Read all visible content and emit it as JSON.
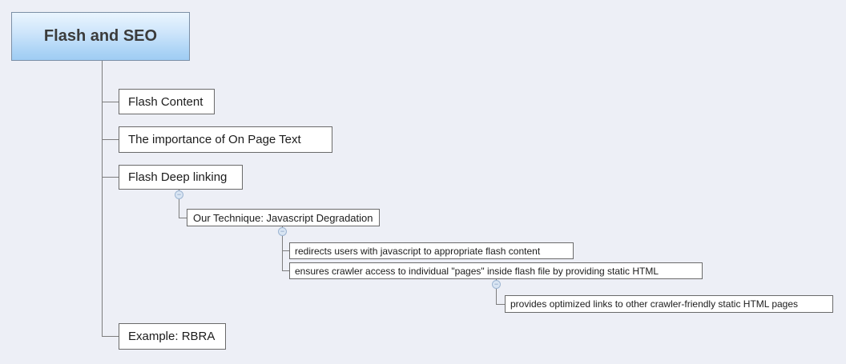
{
  "app": {
    "type": "mind-map",
    "title": "Flash and SEO"
  },
  "nodes": {
    "root": {
      "label": "Flash and SEO",
      "level": 0
    },
    "flash_content": {
      "label": "Flash Content",
      "level": 1
    },
    "on_page_text": {
      "label": "The importance of On Page Text",
      "level": 1
    },
    "deep_linking": {
      "label": "Flash Deep linking",
      "level": 1
    },
    "technique": {
      "label": "Our Technique: Javascript Degradation",
      "level": 2,
      "parent": "deep_linking"
    },
    "redirects": {
      "label": "redirects users with javascript to appropriate flash content",
      "level": 3,
      "parent": "technique"
    },
    "ensures": {
      "label": "ensures crawler access to individual \"pages\" inside flash file by providing static HTML",
      "level": 3,
      "parent": "technique"
    },
    "provides": {
      "label": "provides optimized links to other crawler-friendly static HTML pages",
      "level": 4,
      "parent": "ensures"
    },
    "example": {
      "label": "Example: RBRA",
      "level": 1
    }
  },
  "icons": {
    "collapse": "−"
  },
  "colors": {
    "background": "#edeff6",
    "root_gradient_top": "#eaf5fe",
    "root_gradient_bottom": "#9fccf3",
    "root_border": "#7b8fa6",
    "root_text": "#3b3b3b",
    "node_background": "#ffffff",
    "node_border": "#6a6a6a",
    "node_text": "#1c1c1c",
    "connector_line": "#7d7d7d",
    "collapse_fill": "#d9e5f3",
    "collapse_border": "#9db5d2"
  }
}
